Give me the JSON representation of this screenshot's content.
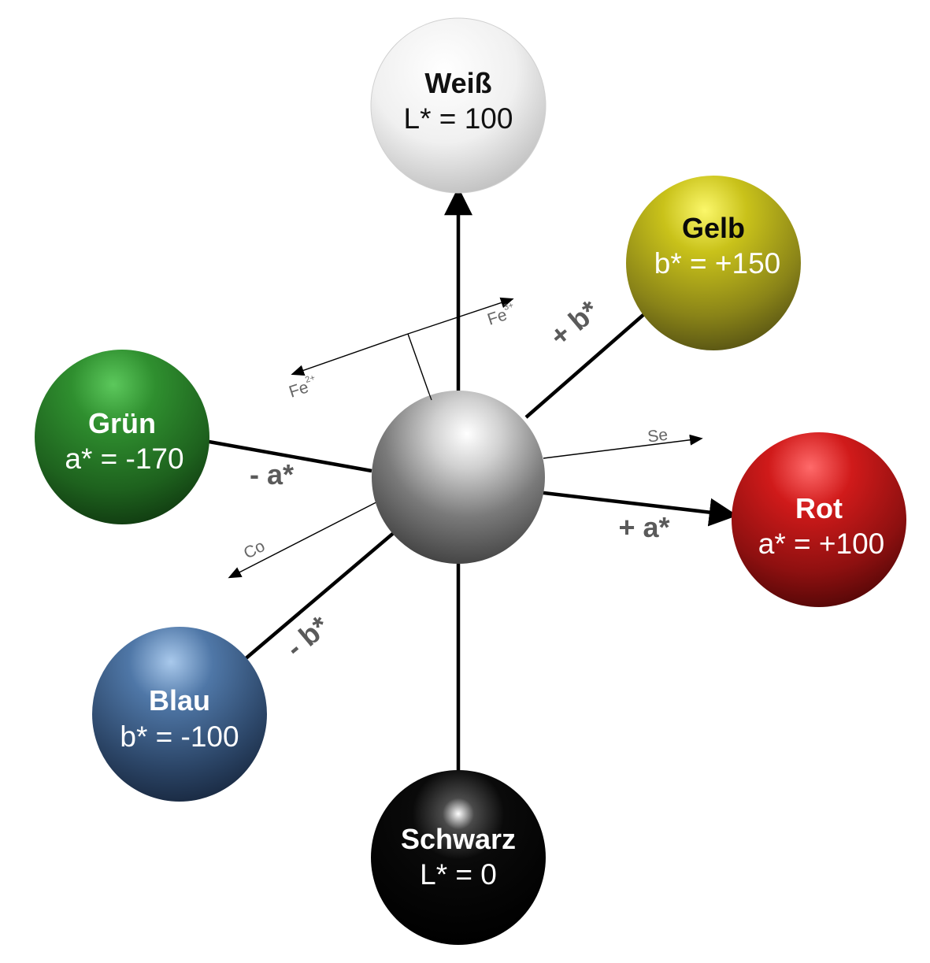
{
  "spheres": {
    "white": {
      "title": "Weiß",
      "value": "L* = 100"
    },
    "yellow": {
      "title": "Gelb",
      "value": "b* = +150"
    },
    "green": {
      "title": "Grün",
      "value": "a* = -170"
    },
    "red": {
      "title": "Rot",
      "value": "a* = +100"
    },
    "blue": {
      "title": "Blau",
      "value": "b* = -100"
    },
    "black": {
      "title": "Schwarz",
      "value": "L* = 0"
    }
  },
  "axis_labels": {
    "plus_b": "+ b*",
    "minus_a": "- a*",
    "plus_a": "+ a*",
    "minus_b": "- b*"
  },
  "ions": {
    "fe3": {
      "base": "Fe",
      "sup": "3+"
    },
    "fe2": {
      "base": "Fe",
      "sup": "2+"
    },
    "se": {
      "label": "Se"
    },
    "co": {
      "label": "Co"
    }
  },
  "colors": {
    "white": "#f2f2f2",
    "yellow": "#9c9a16",
    "green": "#1e6e1e",
    "red": "#a50e0e",
    "blue": "#2e4f78",
    "black": "#000000",
    "center": "#808080",
    "arrow": "#000000"
  }
}
